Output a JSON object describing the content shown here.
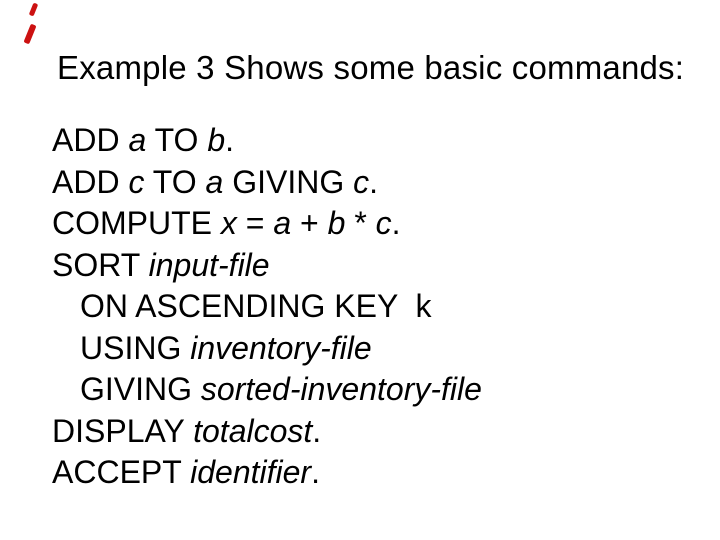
{
  "slide": {
    "title": "Example 3 Shows some basic commands:",
    "background_color": "#ffffff",
    "text_color": "#000000",
    "decoration": {
      "name": "red-corner-strokes",
      "color": "#cc1111"
    },
    "code_lines": [
      {
        "indent": false,
        "segments": [
          {
            "text": "ADD ",
            "italic": false
          },
          {
            "text": "a",
            "italic": true
          },
          {
            "text": " TO ",
            "italic": false
          },
          {
            "text": "b",
            "italic": true
          },
          {
            "text": ".",
            "italic": false
          }
        ]
      },
      {
        "indent": false,
        "segments": [
          {
            "text": "ADD ",
            "italic": false
          },
          {
            "text": "c",
            "italic": true
          },
          {
            "text": " TO ",
            "italic": false
          },
          {
            "text": "a",
            "italic": true
          },
          {
            "text": " GIVING ",
            "italic": false
          },
          {
            "text": "c",
            "italic": true
          },
          {
            "text": ".",
            "italic": false
          }
        ]
      },
      {
        "indent": false,
        "segments": [
          {
            "text": "COMPUTE ",
            "italic": false
          },
          {
            "text": "x",
            "italic": true
          },
          {
            "text": " = ",
            "italic": false
          },
          {
            "text": "a",
            "italic": true
          },
          {
            "text": " + ",
            "italic": false
          },
          {
            "text": "b",
            "italic": true
          },
          {
            "text": " * ",
            "italic": false
          },
          {
            "text": "c",
            "italic": true
          },
          {
            "text": ".",
            "italic": false
          }
        ]
      },
      {
        "indent": false,
        "segments": [
          {
            "text": "SORT ",
            "italic": false
          },
          {
            "text": "input-file",
            "italic": true
          }
        ]
      },
      {
        "indent": true,
        "segments": [
          {
            "text": "ON ASCENDING KEY  k",
            "italic": false
          }
        ]
      },
      {
        "indent": true,
        "segments": [
          {
            "text": "USING ",
            "italic": false
          },
          {
            "text": "inventory-file",
            "italic": true
          }
        ]
      },
      {
        "indent": true,
        "segments": [
          {
            "text": "GIVING ",
            "italic": false
          },
          {
            "text": "sorted-inventory-file",
            "italic": true
          }
        ]
      },
      {
        "indent": false,
        "segments": [
          {
            "text": "DISPLAY ",
            "italic": false
          },
          {
            "text": "totalcost",
            "italic": true
          },
          {
            "text": ".",
            "italic": false
          }
        ]
      },
      {
        "indent": false,
        "segments": [
          {
            "text": "ACCEPT ",
            "italic": false
          },
          {
            "text": "identifier",
            "italic": true
          },
          {
            "text": ".",
            "italic": false
          }
        ]
      }
    ]
  }
}
